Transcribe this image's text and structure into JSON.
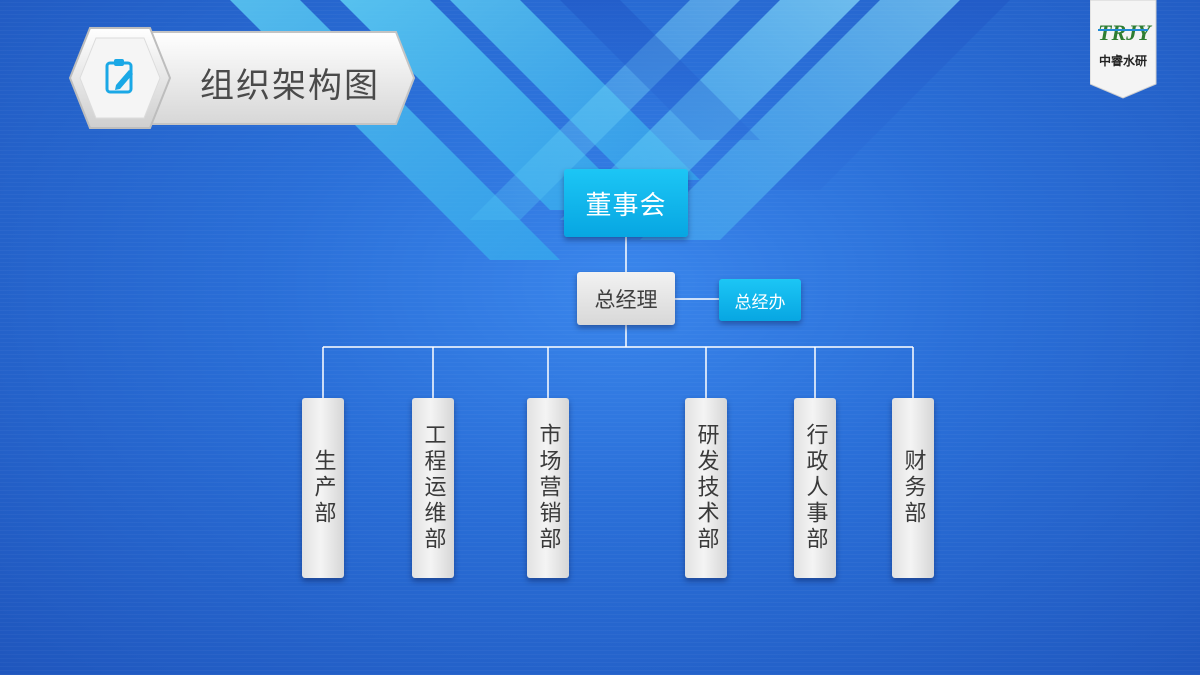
{
  "slide": {
    "title": "组织架构图"
  },
  "logo": {
    "mark": "TRJY",
    "name": "中睿水研"
  },
  "icons": {
    "title_icon": "edit-note-icon"
  },
  "chart": {
    "root": "董事会",
    "manager": "总经理",
    "assistant": "总经办",
    "departments": [
      "生产部",
      "工程运维部",
      "市场营销部",
      "研发技术部",
      "行政人事部",
      "财务部"
    ]
  },
  "colors": {
    "background": "#2a6fd8",
    "accent_box": "#0fb4ec",
    "gray_box": "#e6e6e6",
    "connector": "#ffffff"
  }
}
